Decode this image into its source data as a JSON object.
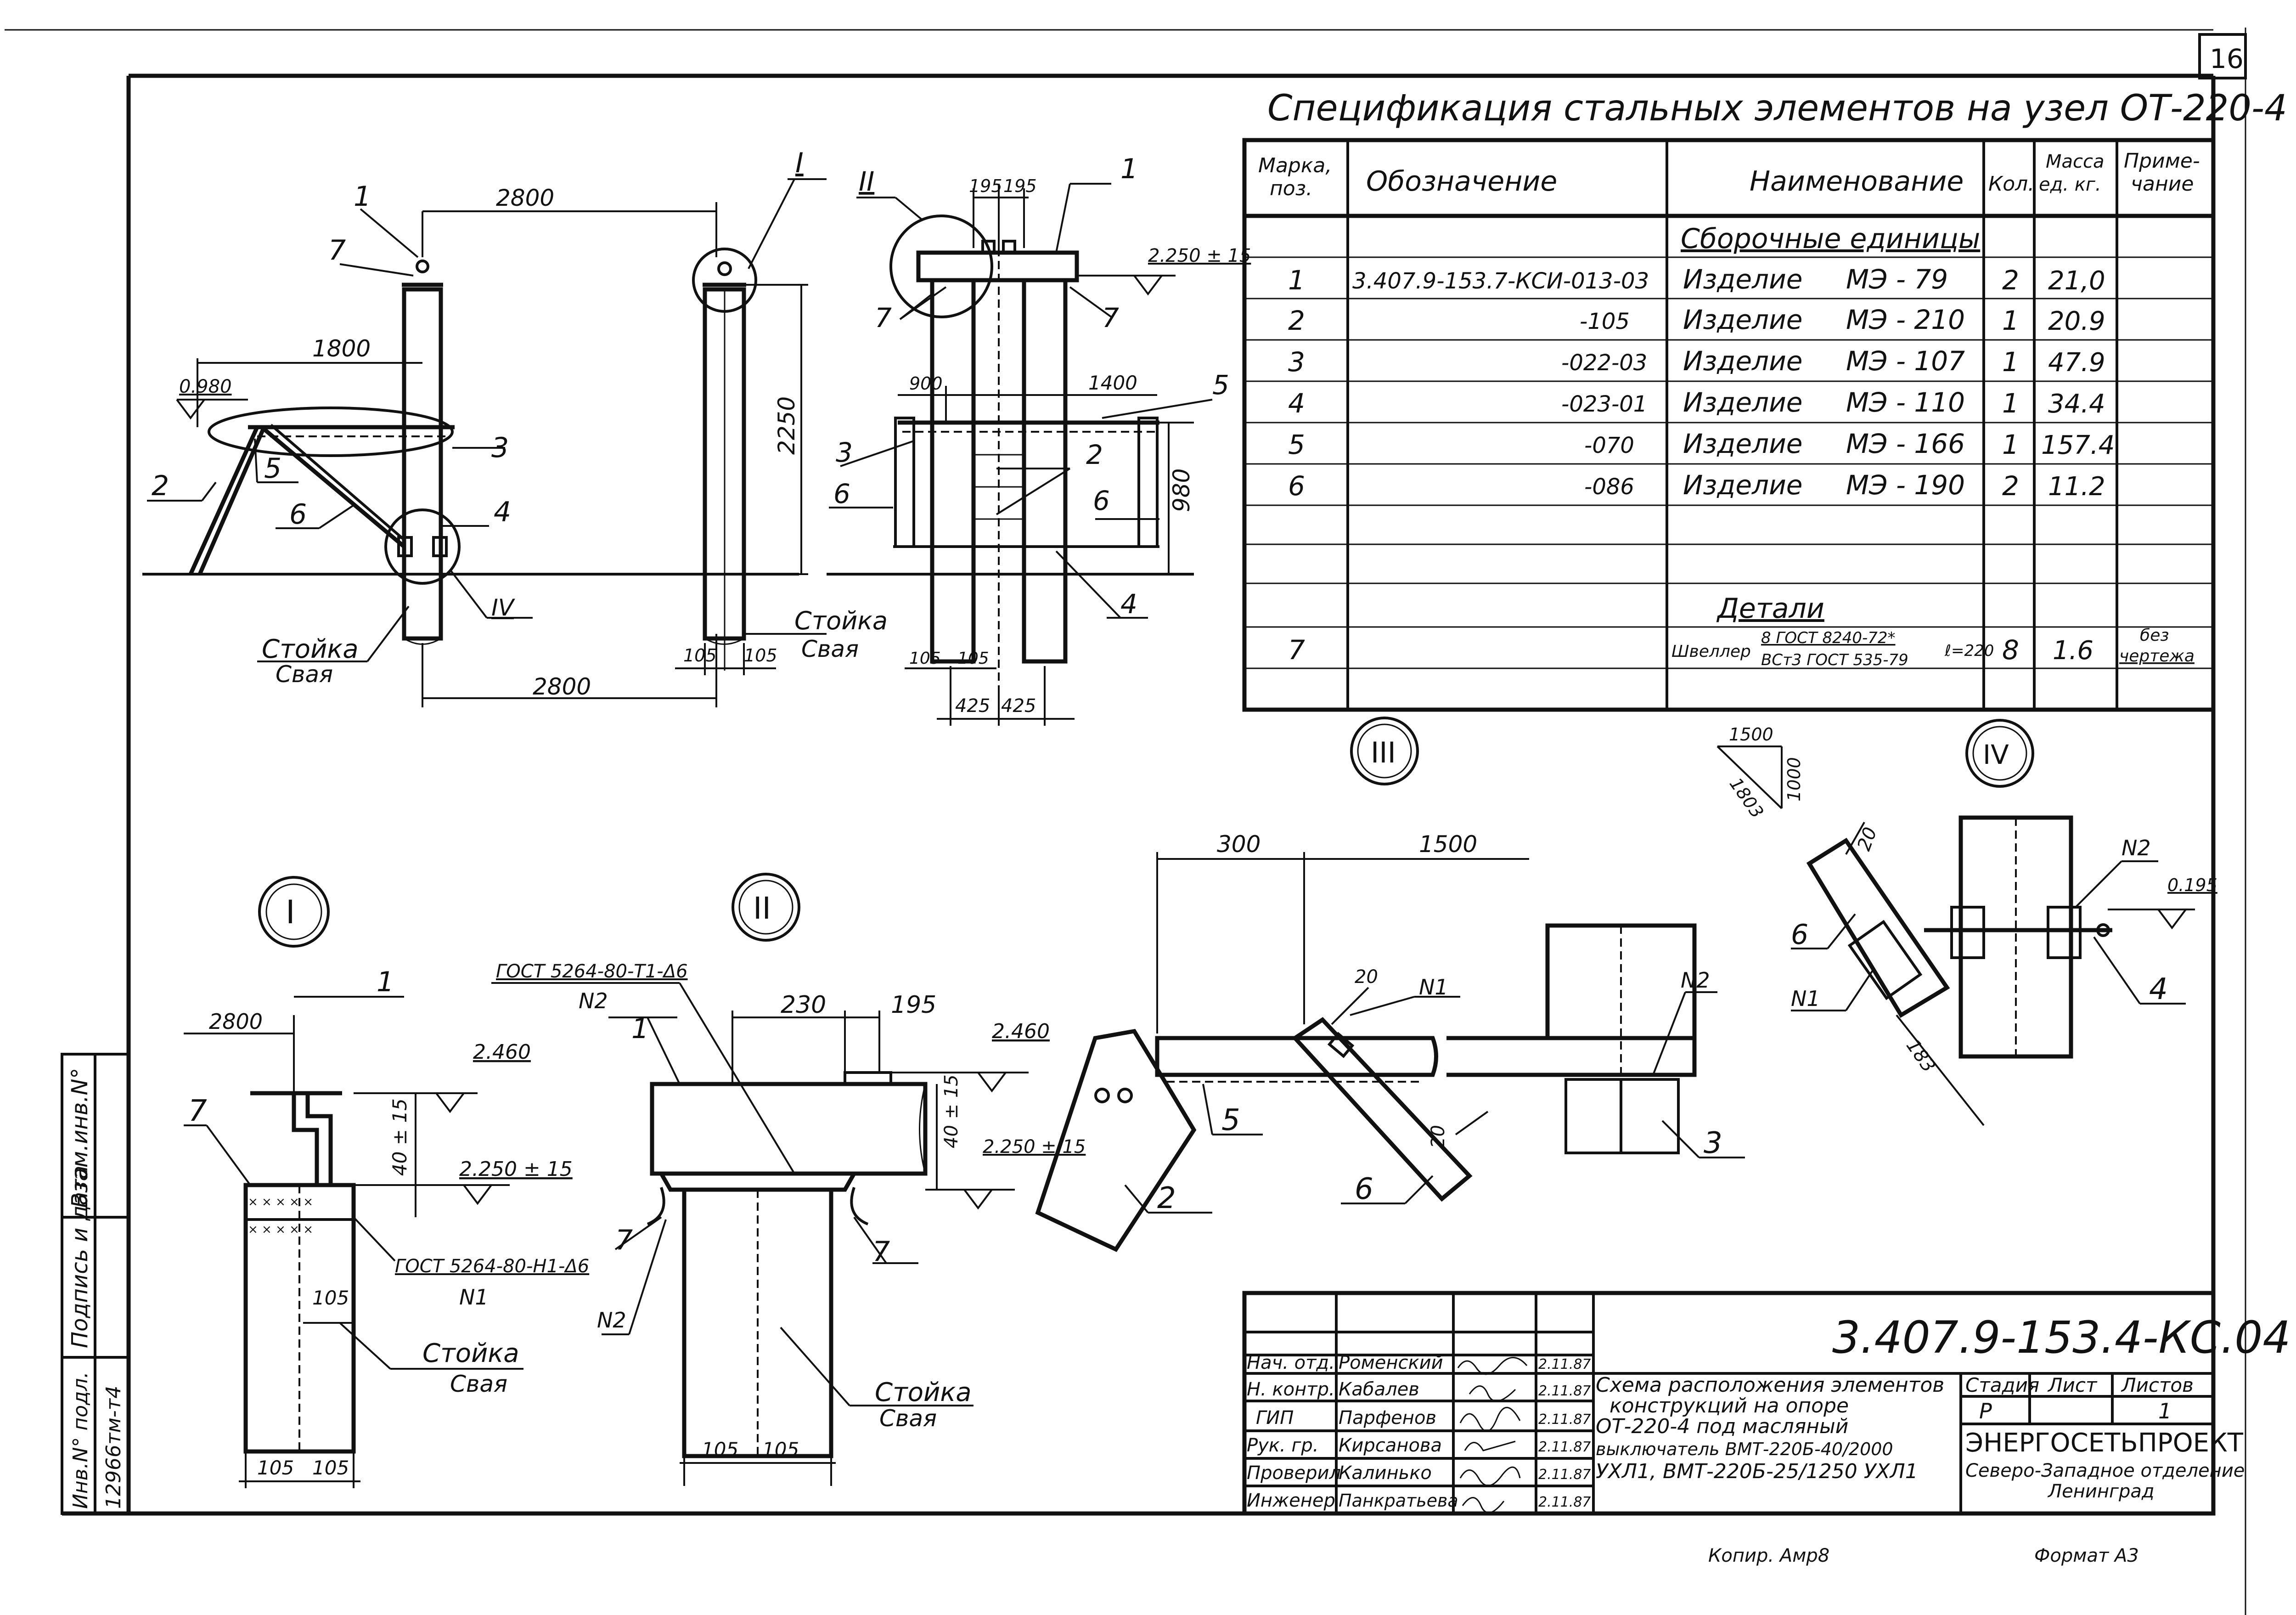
{
  "sheet": {
    "number": "16",
    "format": "Формат А3",
    "copied": "Копир. Амр8"
  },
  "spec": {
    "title": "Спецификация стальных элементов на узел ОТ-220-4",
    "headers": {
      "mark": [
        "Марка,",
        "поз."
      ],
      "designation": "Обозначение",
      "name": "Наименование",
      "qty": "Кол.",
      "mass": [
        "Масса",
        "ед. кг."
      ],
      "note": [
        "Приме-",
        "чание"
      ]
    },
    "section1": "Сборочные единицы",
    "rows": [
      {
        "mark": "1",
        "designation": "3.407.9-153.7-КСИ-013-03",
        "name": "Изделие",
        "code": "МЭ - 79",
        "qty": "2",
        "mass": "21,0",
        "note": ""
      },
      {
        "mark": "2",
        "designation": "-105",
        "name": "Изделие",
        "code": "МЭ - 210",
        "qty": "1",
        "mass": "20.9",
        "note": ""
      },
      {
        "mark": "3",
        "designation": "-022-03",
        "name": "Изделие",
        "code": "МЭ - 107",
        "qty": "1",
        "mass": "47.9",
        "note": ""
      },
      {
        "mark": "4",
        "designation": "-023-01",
        "name": "Изделие",
        "code": "МЭ - 110",
        "qty": "1",
        "mass": "34.4",
        "note": ""
      },
      {
        "mark": "5",
        "designation": "-070",
        "name": "Изделие",
        "code": "МЭ - 166",
        "qty": "1",
        "mass": "157.4",
        "note": ""
      },
      {
        "mark": "6",
        "designation": "-086",
        "name": "Изделие",
        "code": "МЭ - 190",
        "qty": "2",
        "mass": "11.2",
        "note": ""
      }
    ],
    "section2": "Детали",
    "detail": {
      "mark": "7",
      "name": "Швеллер",
      "gost_top": "8 ГОСТ 8240-72*",
      "gost_bottom": "ВСт3 ГОСТ 535-79",
      "length": "ℓ=220",
      "qty": "8",
      "mass": "1.6",
      "note": [
        "без",
        "чертежа"
      ]
    }
  },
  "views": {
    "side": {
      "dims": {
        "top": "2800",
        "mid": "1800",
        "bottom": "2800",
        "level": "0.980"
      },
      "labels": {
        "stoyka": "Стойка",
        "svaya": "Свая"
      },
      "callouts": [
        "1",
        "7",
        "2",
        "5",
        "6",
        "3",
        "4",
        "IV"
      ]
    },
    "pole": {
      "dims": {
        "height": "2250",
        "w1": "105",
        "w2": "105"
      },
      "labels": {
        "stoyka": "Стойка",
        "svaya": "Свая"
      },
      "callouts": [
        "I"
      ]
    },
    "front": {
      "dims": {
        "d1": "195",
        "d2": "195",
        "level": "2.250 ± 15",
        "d3": "900",
        "d4": "1400",
        "h": "980",
        "w1": "105",
        "w2": "105",
        "w3": "425",
        "w4": "425"
      },
      "callouts": [
        "II",
        "1",
        "7",
        "7",
        "5",
        "3",
        "2",
        "6",
        "6",
        "4"
      ]
    }
  },
  "details": {
    "I": {
      "roman": "I",
      "dims": {
        "top": "2800",
        "lvl1": "2.460",
        "lvl2": "2.250 ± 15",
        "gap": "40 ± 15",
        "w1": "105",
        "w2": "105",
        "mid": "105"
      },
      "weld": "ГОСТ 5264-80-Н1-Δ6",
      "weld_n": "N1",
      "callouts": [
        "1",
        "7"
      ],
      "labels": {
        "stoyka": "Стойка",
        "svaya": "Свая"
      }
    },
    "II": {
      "roman": "II",
      "weld": "ГОСТ 5264-80-Т1-Δ6",
      "weld_n": "N2",
      "dims": {
        "a": "230",
        "b": "195",
        "lvl1": "2.460",
        "lvl2": "2.250 ± 15",
        "gap": "40 ± 15",
        "w1": "105",
        "w2": "105"
      },
      "callouts": [
        "1",
        "7",
        "7",
        "N2"
      ],
      "labels": {
        "stoyka": "Стойка",
        "svaya": "Свая"
      }
    },
    "III": {
      "roman": "III",
      "dims": {
        "a": "300",
        "b": "1500",
        "c": "20",
        "d": "20"
      },
      "callouts": [
        "N1",
        "N2",
        "5",
        "2",
        "6",
        "3"
      ]
    },
    "IV": {
      "roman": "IV",
      "dims": {
        "a": "1500",
        "b": "1000",
        "c": "1803",
        "d": "20",
        "e": "183",
        "lvl": "0.195"
      },
      "callouts": [
        "N2",
        "6",
        "N1",
        "4"
      ]
    }
  },
  "stamp": {
    "code": "3.407.9-153.4-КС.04",
    "people": [
      {
        "role": "Нач. отд.",
        "name": "Роменский",
        "date": "2.11.87"
      },
      {
        "role": "Н. контр.",
        "name": "Кабалев",
        "date": "2.11.87"
      },
      {
        "role": "ГИП",
        "name": "Парфенов",
        "date": "2.11.87"
      },
      {
        "role": "Рук. гр.",
        "name": "Кирсанова",
        "date": "2.11.87"
      },
      {
        "role": "Проверил",
        "name": "Калинько",
        "date": "2.11.87"
      },
      {
        "role": "Инженер",
        "name": "Панкратьева",
        "date": "2.11.87"
      }
    ],
    "description": [
      "Схема расположения элементов",
      "конструкций на опоре",
      "ОТ-220-4 под масляный",
      "выключатель ВМТ-220Б-40/2000",
      "УХЛ1, ВМТ-220Б-25/1250 УХЛ1"
    ],
    "stage_h": "Стадия",
    "sheet_h": "Лист",
    "sheets_h": "Листов",
    "stage": "Р",
    "sheet": "",
    "sheets": "1",
    "org": [
      "ЭНЕРГОСЕТЬПРОЕКТ",
      "Северо-Западное отделение",
      "Ленинград"
    ]
  },
  "left_strip": {
    "labels": [
      "Инв.N° подл.",
      "Подпись и дата",
      "Взам.инв.N°"
    ],
    "inv": "12966тм-т4"
  }
}
